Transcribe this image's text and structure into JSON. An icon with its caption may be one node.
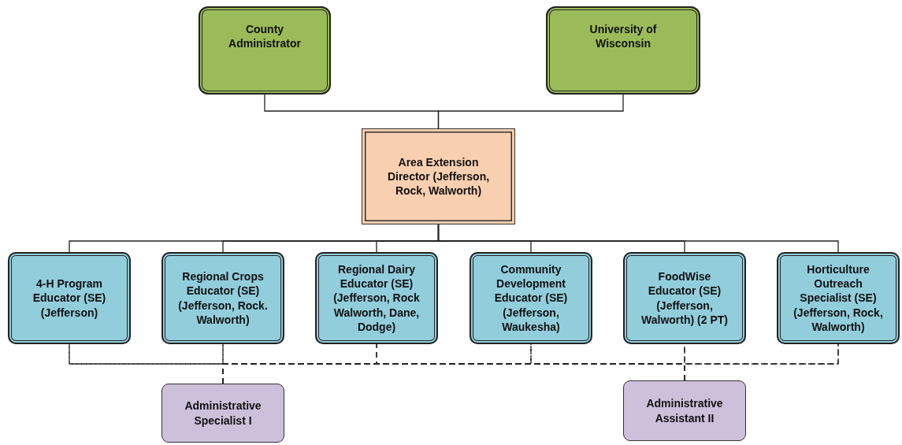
{
  "diagram": {
    "nodes": [
      {
        "text": [
          "County Administrator"
        ]
      },
      {
        "text": [
          "University of Wisconsin"
        ]
      },
      {
        "text": [
          "Area Extension Director (Jefferson, Rock, Walworth)"
        ]
      },
      {
        "text": [
          "4-H Program Educator (SE) (Jefferson)"
        ]
      },
      {
        "text": [
          "Regional Crops Educator (SE) (Jefferson, Rock. Walworth)"
        ]
      },
      {
        "text": [
          "Regional Dairy Educator (SE) (Jefferson, Rock Walworth, Dane, Dodge)"
        ]
      },
      {
        "text": [
          "Community Development Educator (SE) (Jefferson, Waukesha)"
        ]
      },
      {
        "text": [
          "FoodWise Educator (SE) (Jefferson, Walworth) (2 PT)"
        ]
      },
      {
        "text": [
          "Horticulture Outreach Specialist (SE) (Jefferson, Rock, Walworth)"
        ]
      },
      {
        "text": [
          "Administrative Specialist I"
        ]
      },
      {
        "text": [
          "Administrative Assistant II"
        ]
      }
    ],
    "edges": [
      {
        "from": 0,
        "to": 2,
        "arrow": "none"
      },
      {
        "from": 1,
        "to": 2,
        "arrow": "none"
      },
      {
        "from": 2,
        "to": 3,
        "arrow": "none"
      },
      {
        "from": 2,
        "to": 4,
        "arrow": "none"
      },
      {
        "from": 2,
        "to": 5,
        "arrow": "none"
      },
      {
        "from": 2,
        "to": 6,
        "arrow": "none"
      },
      {
        "from": 2,
        "to": 7,
        "arrow": "none"
      },
      {
        "from": 2,
        "to": 8,
        "arrow": "none"
      },
      {
        "from": 9,
        "to": 3,
        "arrow": "none",
        "style": "dashed"
      },
      {
        "from": 9,
        "to": 4,
        "arrow": "none",
        "style": "dashed"
      },
      {
        "from": 9,
        "to": 5,
        "arrow": "none",
        "style": "dashed"
      },
      {
        "from": 9,
        "to": 6,
        "arrow": "none",
        "style": "dashed"
      },
      {
        "from": 9,
        "to": 7,
        "arrow": "none",
        "style": "dashed"
      },
      {
        "from": 9,
        "to": 8,
        "arrow": "none",
        "style": "dashed"
      },
      {
        "from": 10,
        "to": 3,
        "arrow": "none",
        "style": "dashed"
      },
      {
        "from": 10,
        "to": 4,
        "arrow": "none",
        "style": "dashed"
      },
      {
        "from": 10,
        "to": 5,
        "arrow": "none",
        "style": "dashed"
      },
      {
        "from": 10,
        "to": 6,
        "arrow": "none",
        "style": "dashed"
      },
      {
        "from": 10,
        "to": 7,
        "arrow": "none",
        "style": "dashed"
      },
      {
        "from": 10,
        "to": 8,
        "arrow": "none",
        "style": "dashed"
      }
    ]
  }
}
